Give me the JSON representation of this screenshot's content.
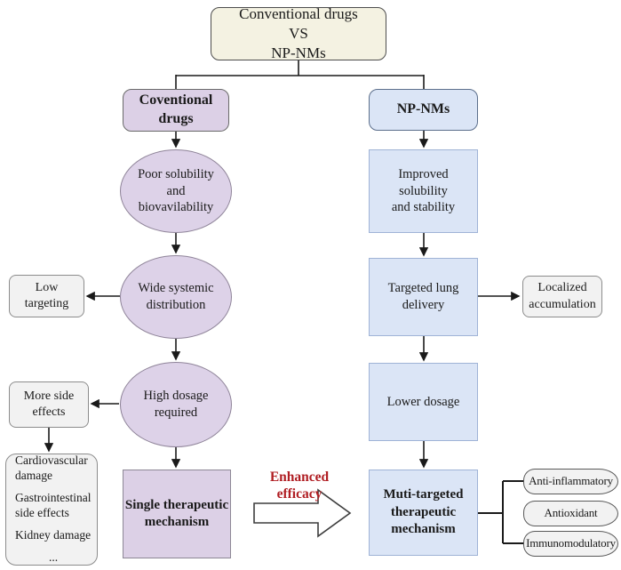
{
  "title": "Conventional drugs vs NP-NMs comparison flowchart",
  "root": {
    "label": "Conventional drugs\nVS\nNP-NMs"
  },
  "left": {
    "header": "Coventional\ndrugs",
    "ellipses": [
      "Poor solubility and\nbiovavilability",
      "Wide systemic\ndistribution",
      "High dosage required"
    ],
    "bottom_box": "Single therapeutic\nmechanism",
    "side_boxes": {
      "low_targeting": "Low targeting",
      "more_side_effects": "More side\neffects"
    },
    "damage_box": {
      "items": [
        "Cardiovascular\ndamage",
        "Gastrointestinal\nside effects",
        "Kidney damage",
        "..."
      ]
    }
  },
  "right": {
    "header": "NP-NMs",
    "boxes": [
      "Improved solubility\nand stability",
      "Targeted lung delivery",
      "Lower dosage",
      "Muti-targeted\ntherapeutic\nmechanism"
    ],
    "side_boxes": {
      "localized_accumulation": "Localized\naccumulation"
    },
    "pills": [
      "Anti-inflammatory",
      "Antioxidant",
      "Immunomodulatory"
    ]
  },
  "center": {
    "enhanced_label": "Enhanced\nefficacy"
  },
  "colors": {
    "lavender_fill": "#ddd2e8",
    "blue_fill": "#dbe5f6",
    "cream_fill": "#f4f2e2",
    "gray_fill": "#f2f2f2",
    "line": "#1a1a1a",
    "accent_red": "#b01e23"
  }
}
